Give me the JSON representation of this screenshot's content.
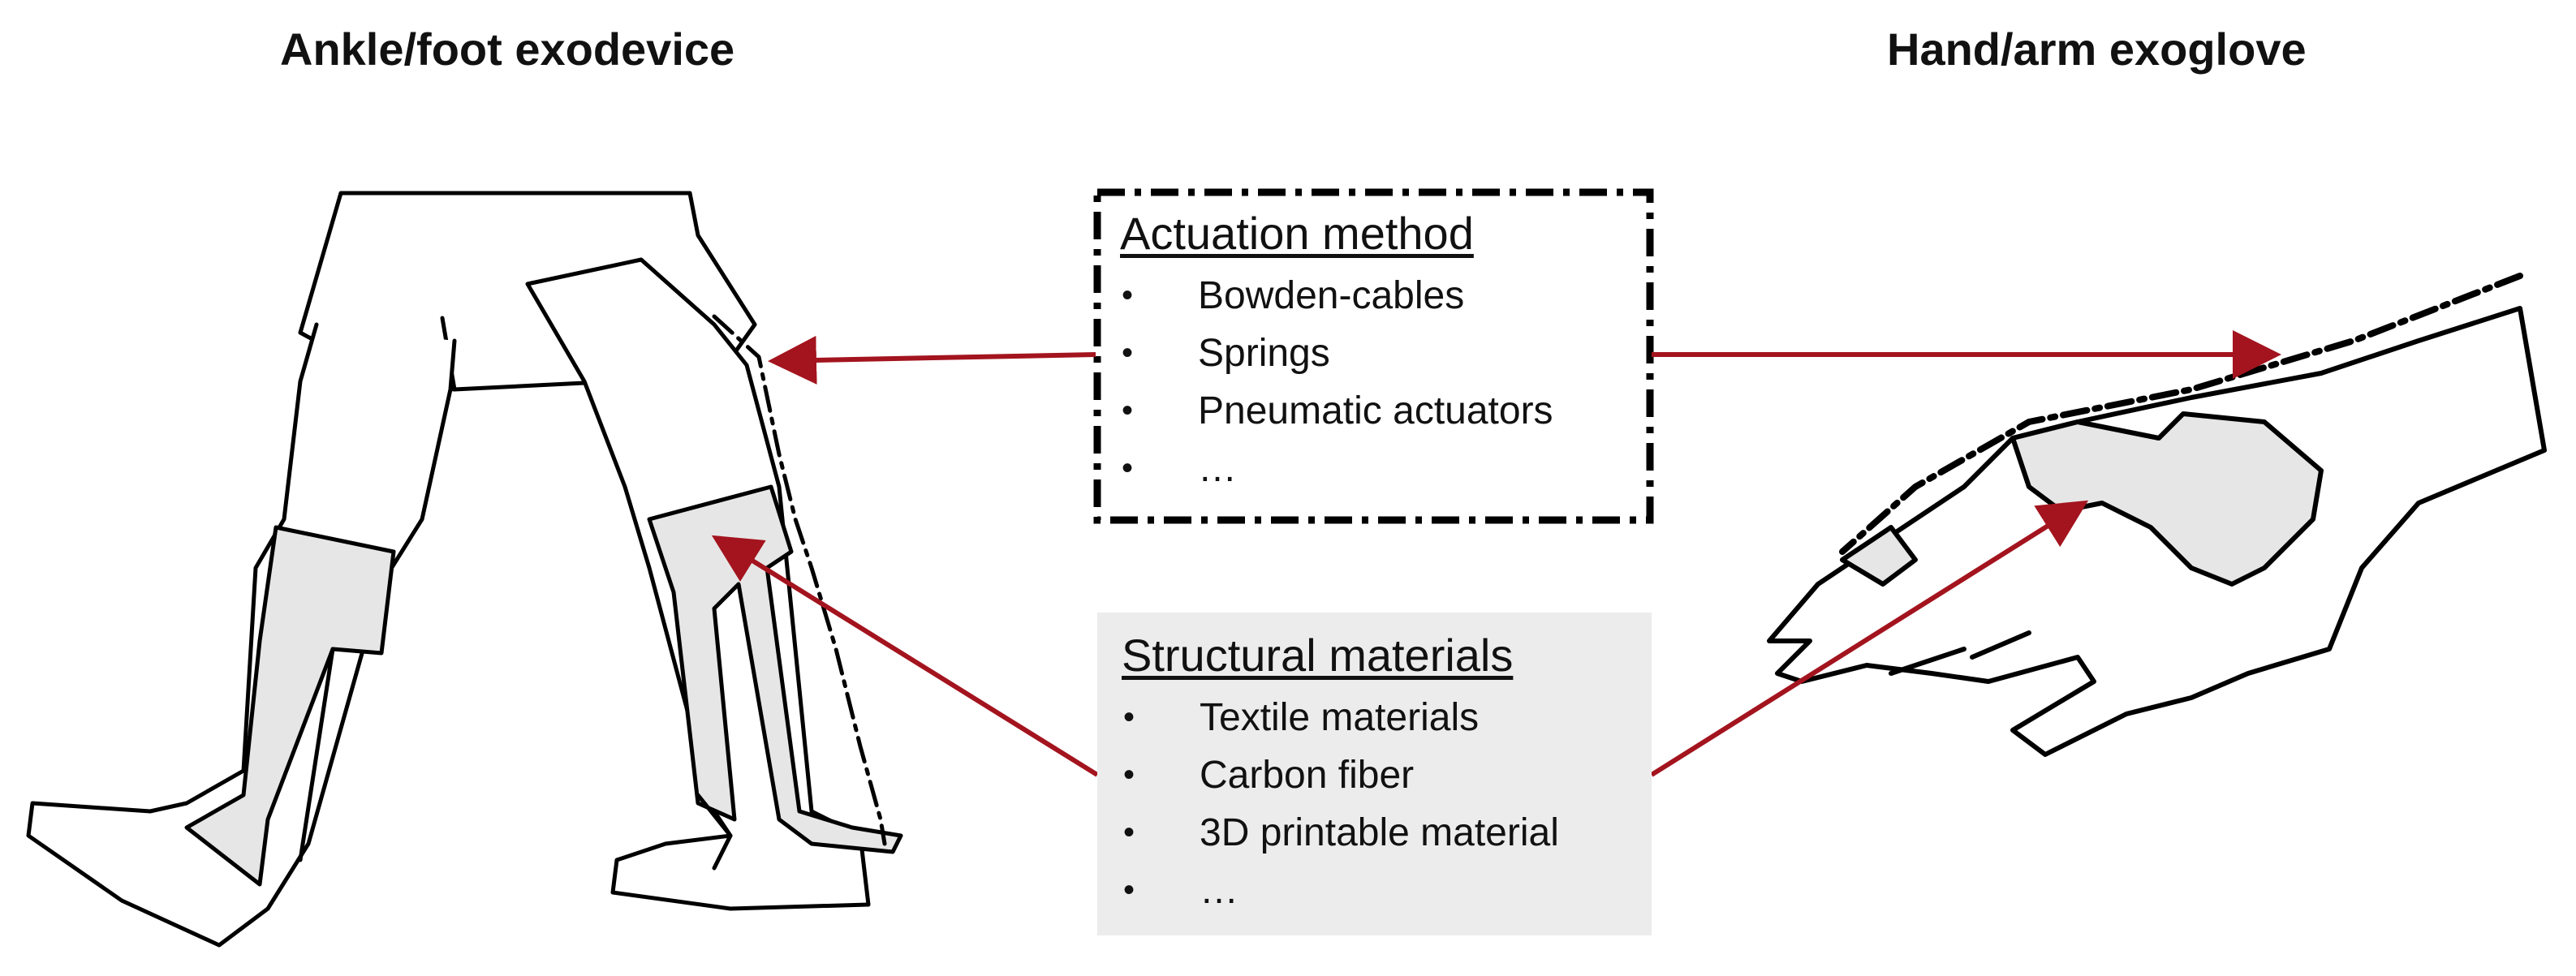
{
  "headings": {
    "left": "Ankle/foot exodevice",
    "right": "Hand/arm exoglove"
  },
  "actuation": {
    "title": "Actuation method",
    "items": [
      "Bowden-cables",
      "Springs",
      "Pneumatic actuators",
      "…"
    ]
  },
  "structural": {
    "title": "Structural materials",
    "items": [
      "Textile materials",
      "Carbon fiber",
      "3D printable material",
      "…"
    ]
  },
  "colors": {
    "arrow": "#a3141e",
    "panel_fill": "#e6e6e6",
    "ink": "#000000"
  }
}
